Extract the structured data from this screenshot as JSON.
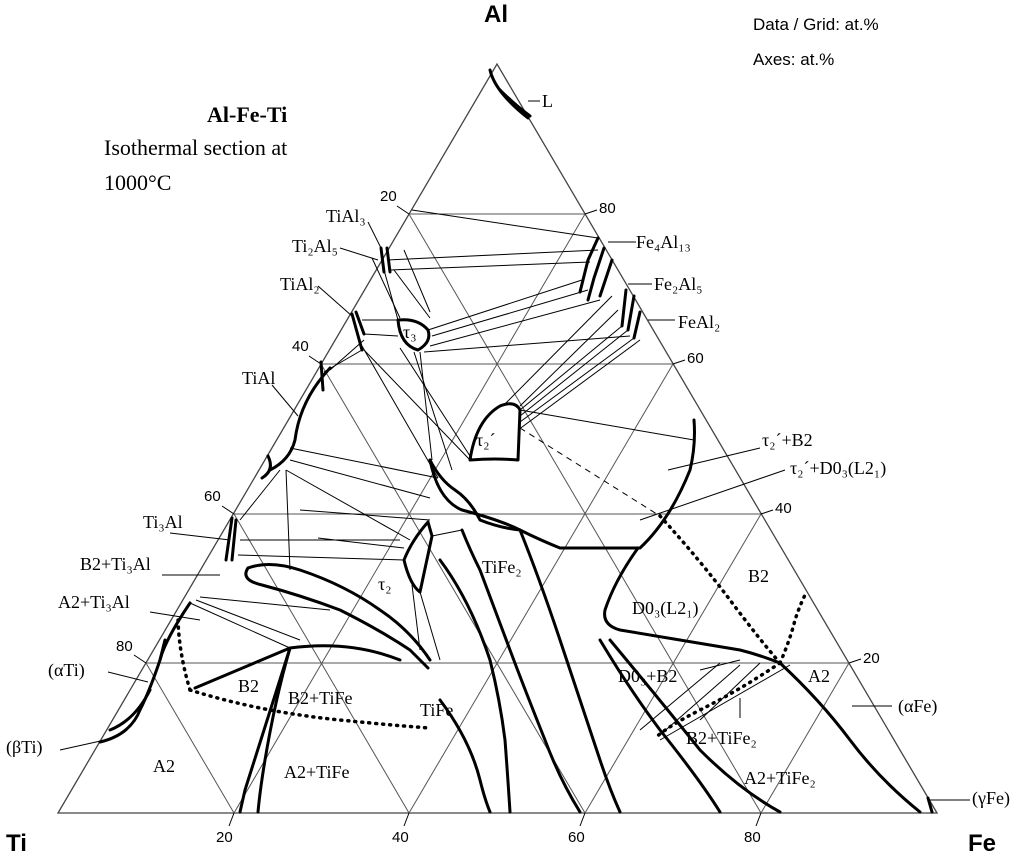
{
  "title": "Al-Fe-Ti",
  "subtitle_line1": "Isothermal section at",
  "subtitle_line2": "1000°C",
  "info": {
    "data_grid": "Data / Grid: at.%",
    "axes": "Axes: at.%"
  },
  "corners": {
    "top": "Al",
    "left": "Ti",
    "right": "Fe"
  },
  "ticks": {
    "bottom": [
      "20",
      "40",
      "60",
      "80"
    ],
    "left": [
      "80",
      "60",
      "40",
      "20"
    ],
    "right": [
      "20",
      "40",
      "60",
      "80"
    ]
  },
  "phases": {
    "L": "L",
    "TiAl3": "TiAl₃",
    "Ti2Al5": "Ti₂Al₅",
    "TiAl2": "TiAl₂",
    "TiAl": "TiAl",
    "Ti3Al": "Ti₃Al",
    "B2_Ti3Al": "B2+Ti₃Al",
    "A2_Ti3Al": "A2+Ti₃Al",
    "alphaTi": "(αTi)",
    "betaTi": "(βTi)",
    "Fe4Al13": "Fe₄Al₁₃",
    "Fe2Al5": "Fe₂Al₅",
    "FeAl2": "FeAl₂",
    "tau3": "τ₃",
    "tau2_upper": "τ₂´",
    "tau2_lower": "τ₂",
    "tau2p_B2": "τ₂´+B2",
    "tau2p_D03": "τ₂´+D0₃(L2₁)",
    "TiFe2": "TiFe₂",
    "D03": "D0₃(L2₁)",
    "B2_right": "B2",
    "D03_B2": "D0₃+B2",
    "A2_right": "A2",
    "alphaFe": "(αFe)",
    "gammaFe": "(γFe)",
    "B2_TiFe2": "B2+TiFe₂",
    "A2_TiFe2": "A2+TiFe₂",
    "B2_left": "B2",
    "B2_TiFe": "B2+TiFe",
    "TiFe": "TiFe",
    "A2_left": "A2",
    "A2_TiFe": "A2+TiFe"
  }
}
